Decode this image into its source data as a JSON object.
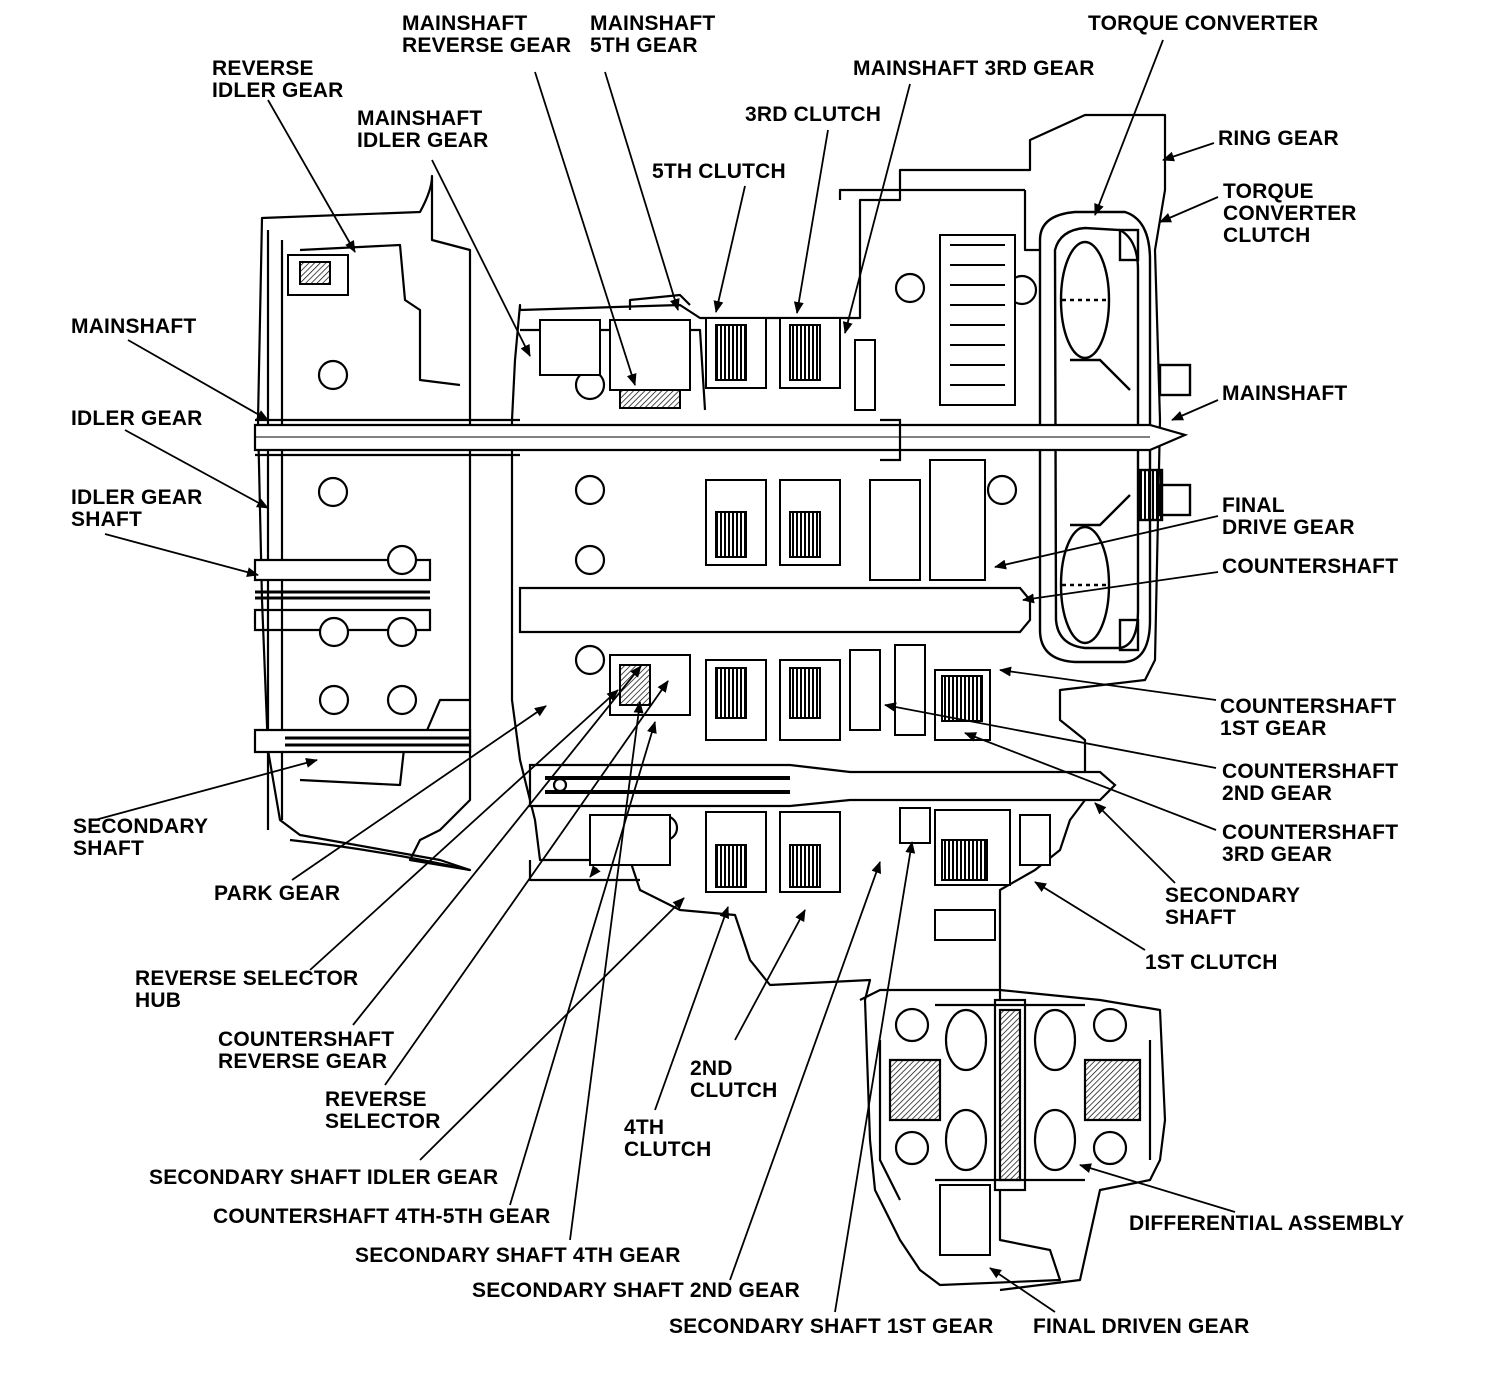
{
  "diagram": {
    "labels": [
      {
        "id": "torque-converter",
        "text": "TORQUE CONVERTER"
      },
      {
        "id": "mainshaft-reverse-gear",
        "text": "MAINSHAFT\nREVERSE GEAR"
      },
      {
        "id": "mainshaft-5th-gear",
        "text": "MAINSHAFT\n5TH GEAR"
      },
      {
        "id": "reverse-idler-gear",
        "text": "REVERSE\nIDLER GEAR"
      },
      {
        "id": "mainshaft-3rd-gear",
        "text": "MAINSHAFT 3RD GEAR"
      },
      {
        "id": "mainshaft-idler-gear",
        "text": "MAINSHAFT\nIDLER GEAR"
      },
      {
        "id": "3rd-clutch",
        "text": "3RD CLUTCH"
      },
      {
        "id": "ring-gear",
        "text": "RING GEAR"
      },
      {
        "id": "5th-clutch",
        "text": "5TH CLUTCH"
      },
      {
        "id": "torque-converter-clutch",
        "text": "TORQUE\nCONVERTER\nCLUTCH"
      },
      {
        "id": "mainshaft-left",
        "text": "MAINSHAFT"
      },
      {
        "id": "mainshaft-right",
        "text": "MAINSHAFT"
      },
      {
        "id": "idler-gear",
        "text": "IDLER GEAR"
      },
      {
        "id": "idler-gear-shaft",
        "text": "IDLER GEAR\nSHAFT"
      },
      {
        "id": "final-drive-gear",
        "text": "FINAL\nDRIVE GEAR"
      },
      {
        "id": "countershaft",
        "text": "COUNTERSHAFT"
      },
      {
        "id": "countershaft-1st-gear",
        "text": "COUNTERSHAFT\n1ST GEAR"
      },
      {
        "id": "countershaft-2nd-gear",
        "text": "COUNTERSHAFT\n2ND GEAR"
      },
      {
        "id": "secondary-shaft-left",
        "text": "SECONDARY\nSHAFT"
      },
      {
        "id": "countershaft-3rd-gear",
        "text": "COUNTERSHAFT\n3RD GEAR"
      },
      {
        "id": "park-gear",
        "text": "PARK GEAR"
      },
      {
        "id": "secondary-shaft-right",
        "text": "SECONDARY\nSHAFT"
      },
      {
        "id": "1st-clutch",
        "text": "1ST CLUTCH"
      },
      {
        "id": "reverse-selector-hub",
        "text": "REVERSE SELECTOR\nHUB"
      },
      {
        "id": "countershaft-reverse-gear",
        "text": "COUNTERSHAFT\nREVERSE GEAR"
      },
      {
        "id": "2nd-clutch",
        "text": "2ND\nCLUTCH"
      },
      {
        "id": "reverse-selector",
        "text": "REVERSE\nSELECTOR"
      },
      {
        "id": "4th-clutch",
        "text": "4TH\nCLUTCH"
      },
      {
        "id": "secondary-shaft-idler-gear",
        "text": "SECONDARY SHAFT IDLER GEAR"
      },
      {
        "id": "countershaft-4th-5th-gear",
        "text": "COUNTERSHAFT 4TH-5TH GEAR"
      },
      {
        "id": "differential-assembly",
        "text": "DIFFERENTIAL ASSEMBLY"
      },
      {
        "id": "secondary-shaft-4th-gear",
        "text": "SECONDARY SHAFT 4TH GEAR"
      },
      {
        "id": "secondary-shaft-2nd-gear",
        "text": "SECONDARY SHAFT 2ND GEAR"
      },
      {
        "id": "secondary-shaft-1st-gear",
        "text": "SECONDARY SHAFT 1ST GEAR"
      },
      {
        "id": "final-driven-gear",
        "text": "FINAL DRIVEN GEAR"
      }
    ]
  }
}
